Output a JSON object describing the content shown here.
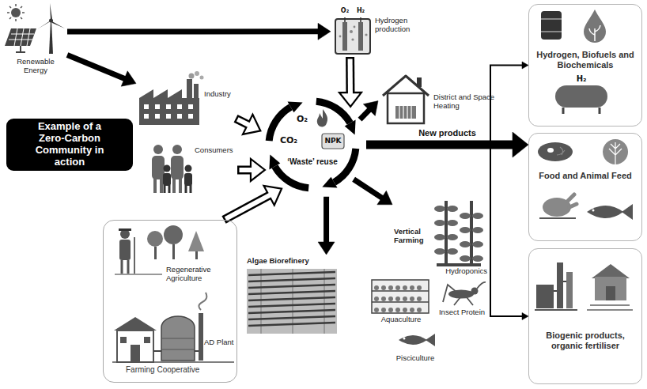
{
  "diagram": {
    "nodes": [
      {
        "text": [
          "Renewable Energy"
        ]
      },
      {
        "text": [
          "Hydrogen production"
        ]
      },
      {
        "text": [
          "Industry"
        ]
      },
      {
        "text": [
          "Example of a Zero-Carbon Community in action"
        ]
      },
      {
        "text": [
          "Consumers"
        ]
      },
      {
        "text": [
          "‘Waste’ reuse"
        ]
      },
      {
        "text": [
          "District and Space Heating"
        ]
      },
      {
        "text": [
          "Vertical Farming"
        ]
      },
      {
        "text": [
          "Hydroponics"
        ]
      },
      {
        "text": [
          "Aquaculture"
        ]
      },
      {
        "text": [
          "Insect Protein"
        ]
      },
      {
        "text": [
          "Pisciculture"
        ]
      },
      {
        "text": [
          "Algae Biorefinery"
        ]
      },
      {
        "text": [
          "Farming Cooperative"
        ]
      },
      {
        "text": [
          "Regenerative Agriculture"
        ],
        "in": 13
      },
      {
        "text": [
          "AD Plant"
        ],
        "in": 13
      },
      {
        "text": [
          "Hydrogen, Biofuels and Biochemicals"
        ]
      },
      {
        "text": [
          "Food and Animal Feed"
        ]
      },
      {
        "text": [
          "Biogenic products, organic fertiliser"
        ]
      }
    ],
    "edges": [
      {
        "from": 0,
        "to": 1,
        "arrow": "to"
      },
      {
        "from": 0,
        "to": 2,
        "arrow": "to"
      },
      {
        "from": 1,
        "to": 5,
        "arrow": "to"
      },
      {
        "from": 2,
        "to": 5,
        "arrow": "to"
      },
      {
        "from": 4,
        "to": 5,
        "arrow": "to"
      },
      {
        "from": 13,
        "to": 5,
        "arrow": "to"
      },
      {
        "from": 5,
        "to": 6,
        "arrow": "to"
      },
      {
        "from": 5,
        "to": 7,
        "arrow": "to"
      },
      {
        "from": 5,
        "to": 12,
        "arrow": "to"
      },
      {
        "from": 5,
        "to": 16,
        "arrow": "to"
      },
      {
        "from": 5,
        "to": 17,
        "label": "New products",
        "arrow": "to"
      },
      {
        "from": 5,
        "to": 18,
        "arrow": "to"
      }
    ],
    "labels": [
      "O₂",
      "CO₂",
      "NPK",
      "O₂",
      "H₂",
      "H₂"
    ]
  }
}
